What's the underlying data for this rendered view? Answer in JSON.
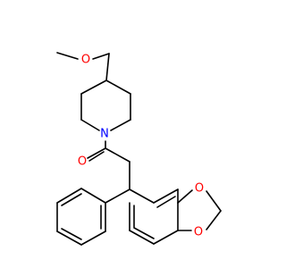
{
  "molecule": {
    "colors": {
      "bond": "#000000",
      "carbon": "#000000",
      "oxygen": "#ff0000",
      "nitrogen": "#0000ff"
    },
    "atom_labels": {
      "ether_oxygen": "O",
      "nitrogen": "N",
      "carbonyl_oxygen": "O",
      "dioxole_oxygen_top": "O",
      "dioxole_oxygen_bottom": "O"
    }
  }
}
